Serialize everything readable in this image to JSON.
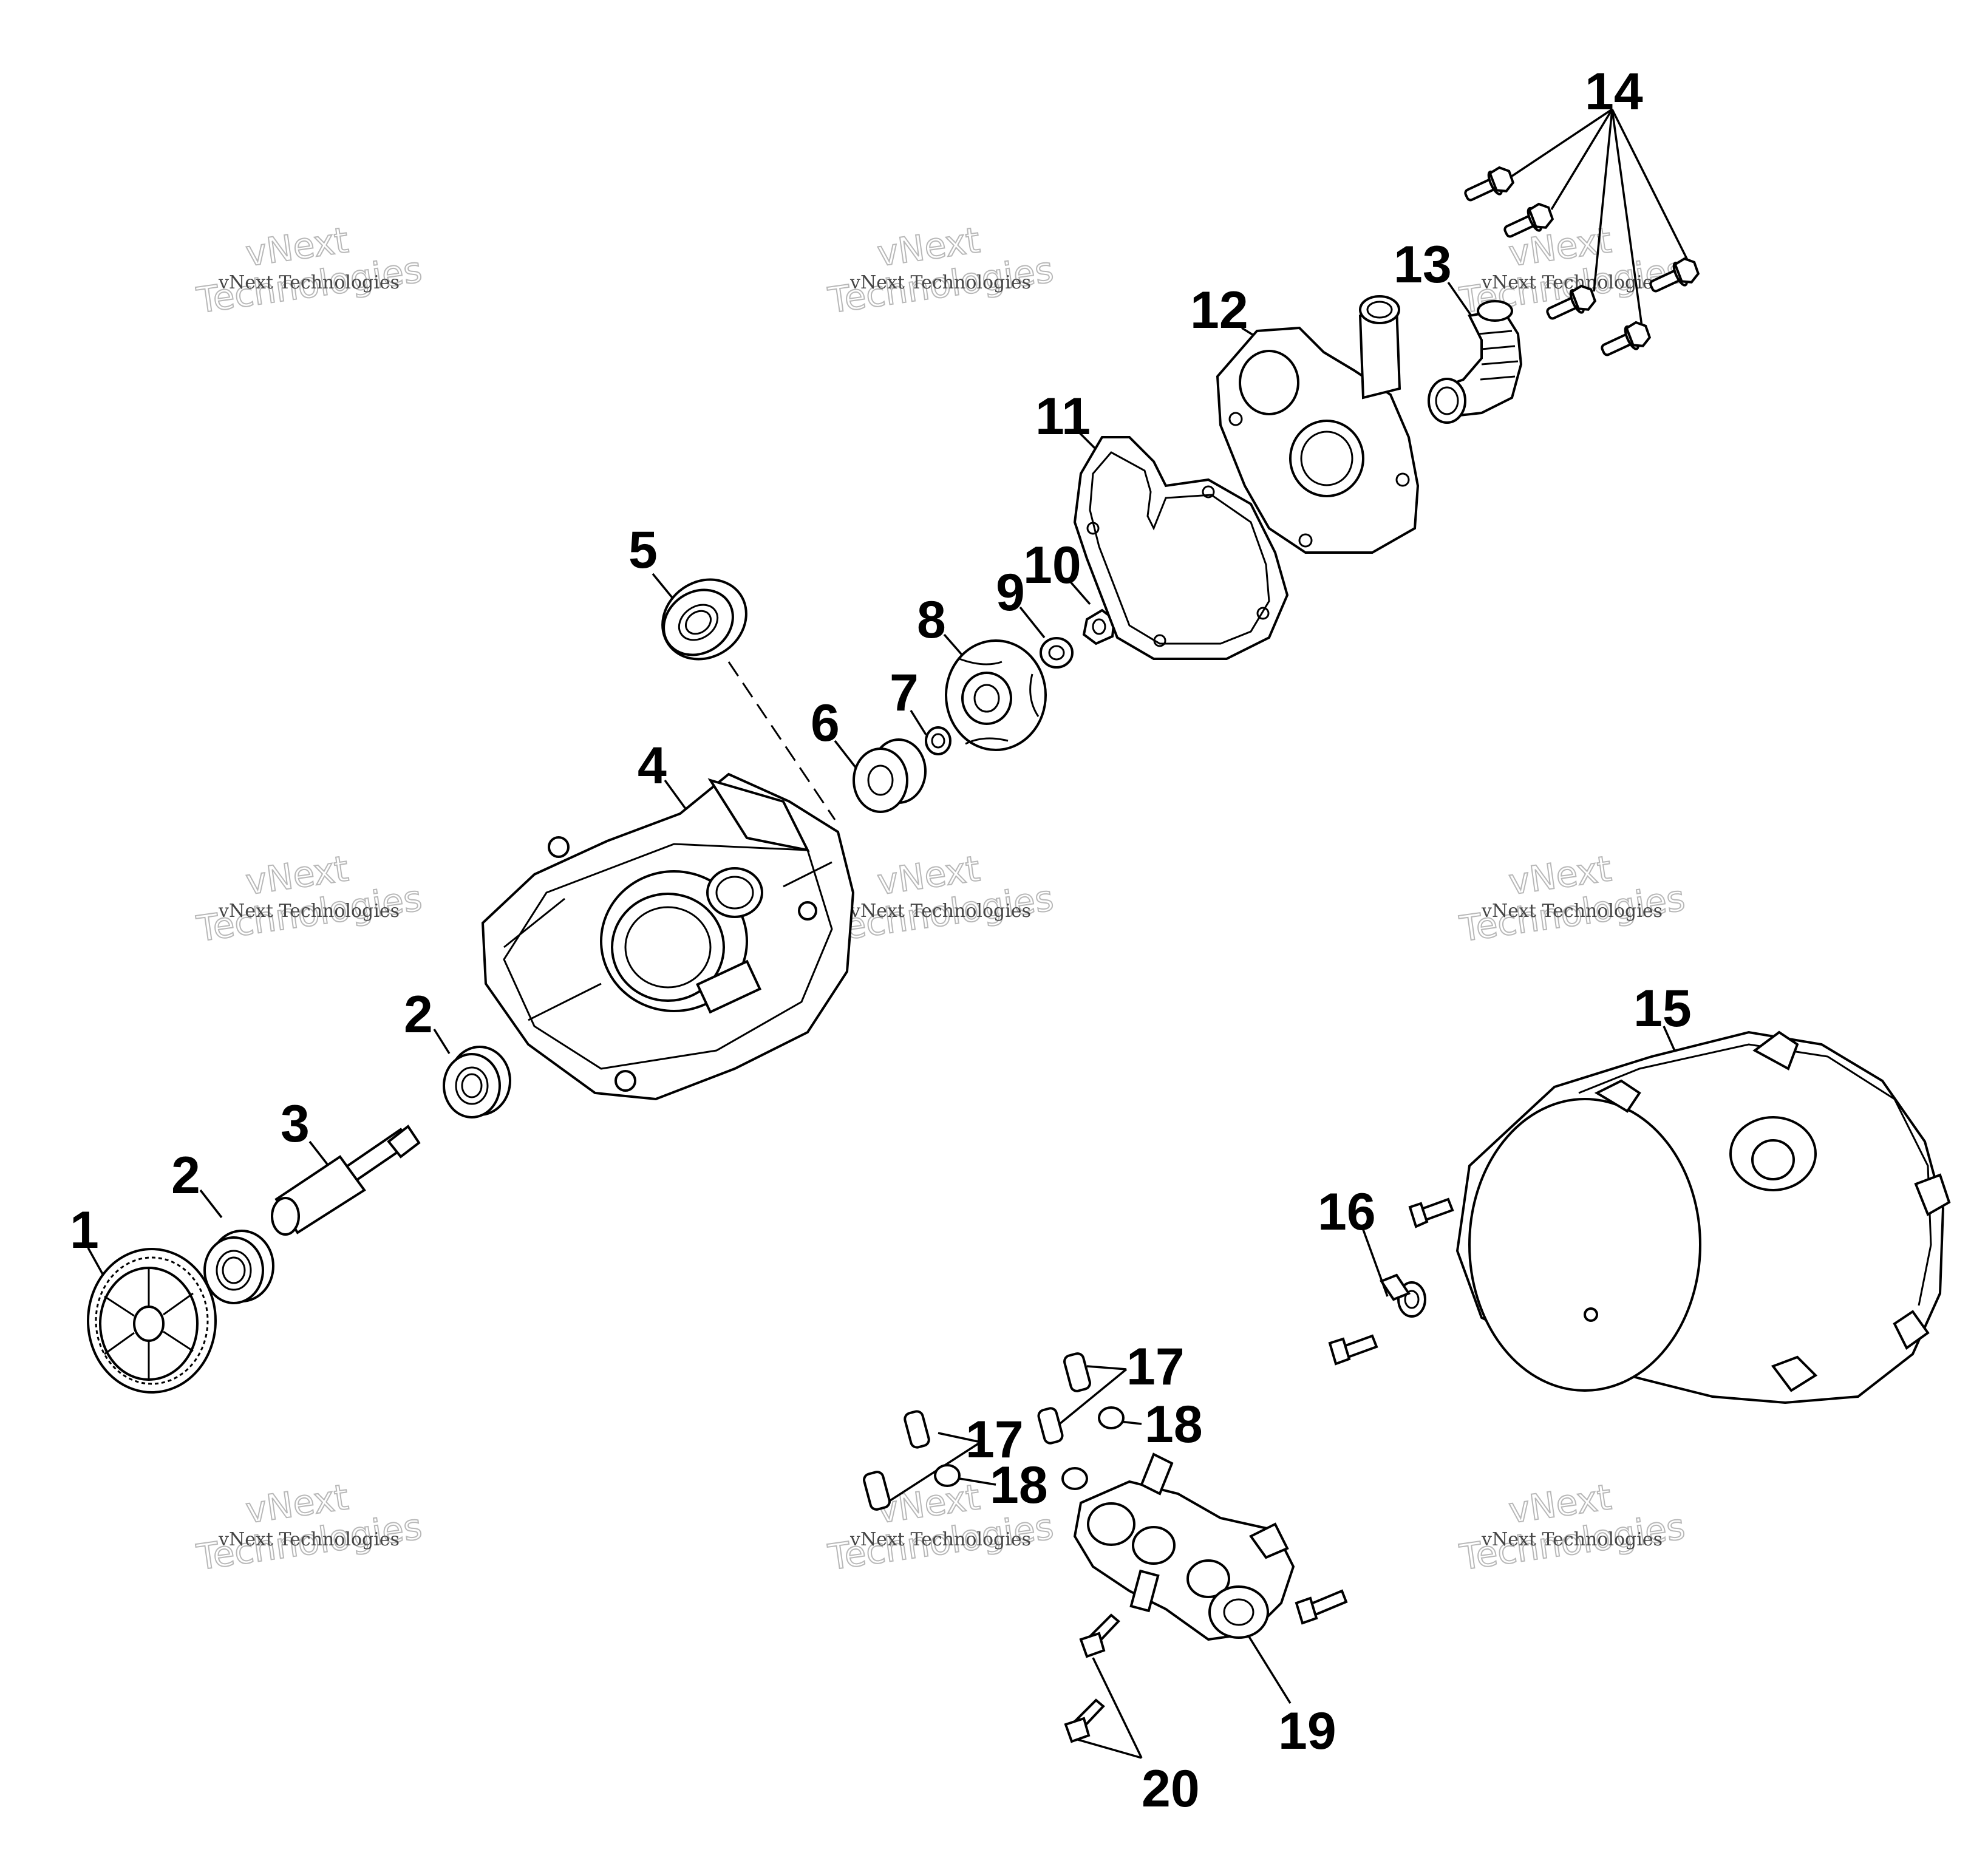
{
  "diagram": {
    "callouts": [
      {
        "id": "c1",
        "text": "1"
      },
      {
        "id": "c2a",
        "text": "2"
      },
      {
        "id": "c2b",
        "text": "2"
      },
      {
        "id": "c3",
        "text": "3"
      },
      {
        "id": "c4",
        "text": "4"
      },
      {
        "id": "c5",
        "text": "5"
      },
      {
        "id": "c6",
        "text": "6"
      },
      {
        "id": "c7",
        "text": "7"
      },
      {
        "id": "c8",
        "text": "8"
      },
      {
        "id": "c9",
        "text": "9"
      },
      {
        "id": "c10",
        "text": "10"
      },
      {
        "id": "c11",
        "text": "11"
      },
      {
        "id": "c12",
        "text": "12"
      },
      {
        "id": "c13",
        "text": "13"
      },
      {
        "id": "c14",
        "text": "14"
      },
      {
        "id": "c15",
        "text": "15"
      },
      {
        "id": "c16",
        "text": "16"
      },
      {
        "id": "c17a",
        "text": "17"
      },
      {
        "id": "c17b",
        "text": "17"
      },
      {
        "id": "c18a",
        "text": "18"
      },
      {
        "id": "c18b",
        "text": "18"
      },
      {
        "id": "c19",
        "text": "19"
      },
      {
        "id": "c20",
        "text": "20"
      }
    ],
    "watermark": {
      "small": "vNext Technologies",
      "big_line1": "vNext",
      "big_line2": "Technologies"
    }
  }
}
